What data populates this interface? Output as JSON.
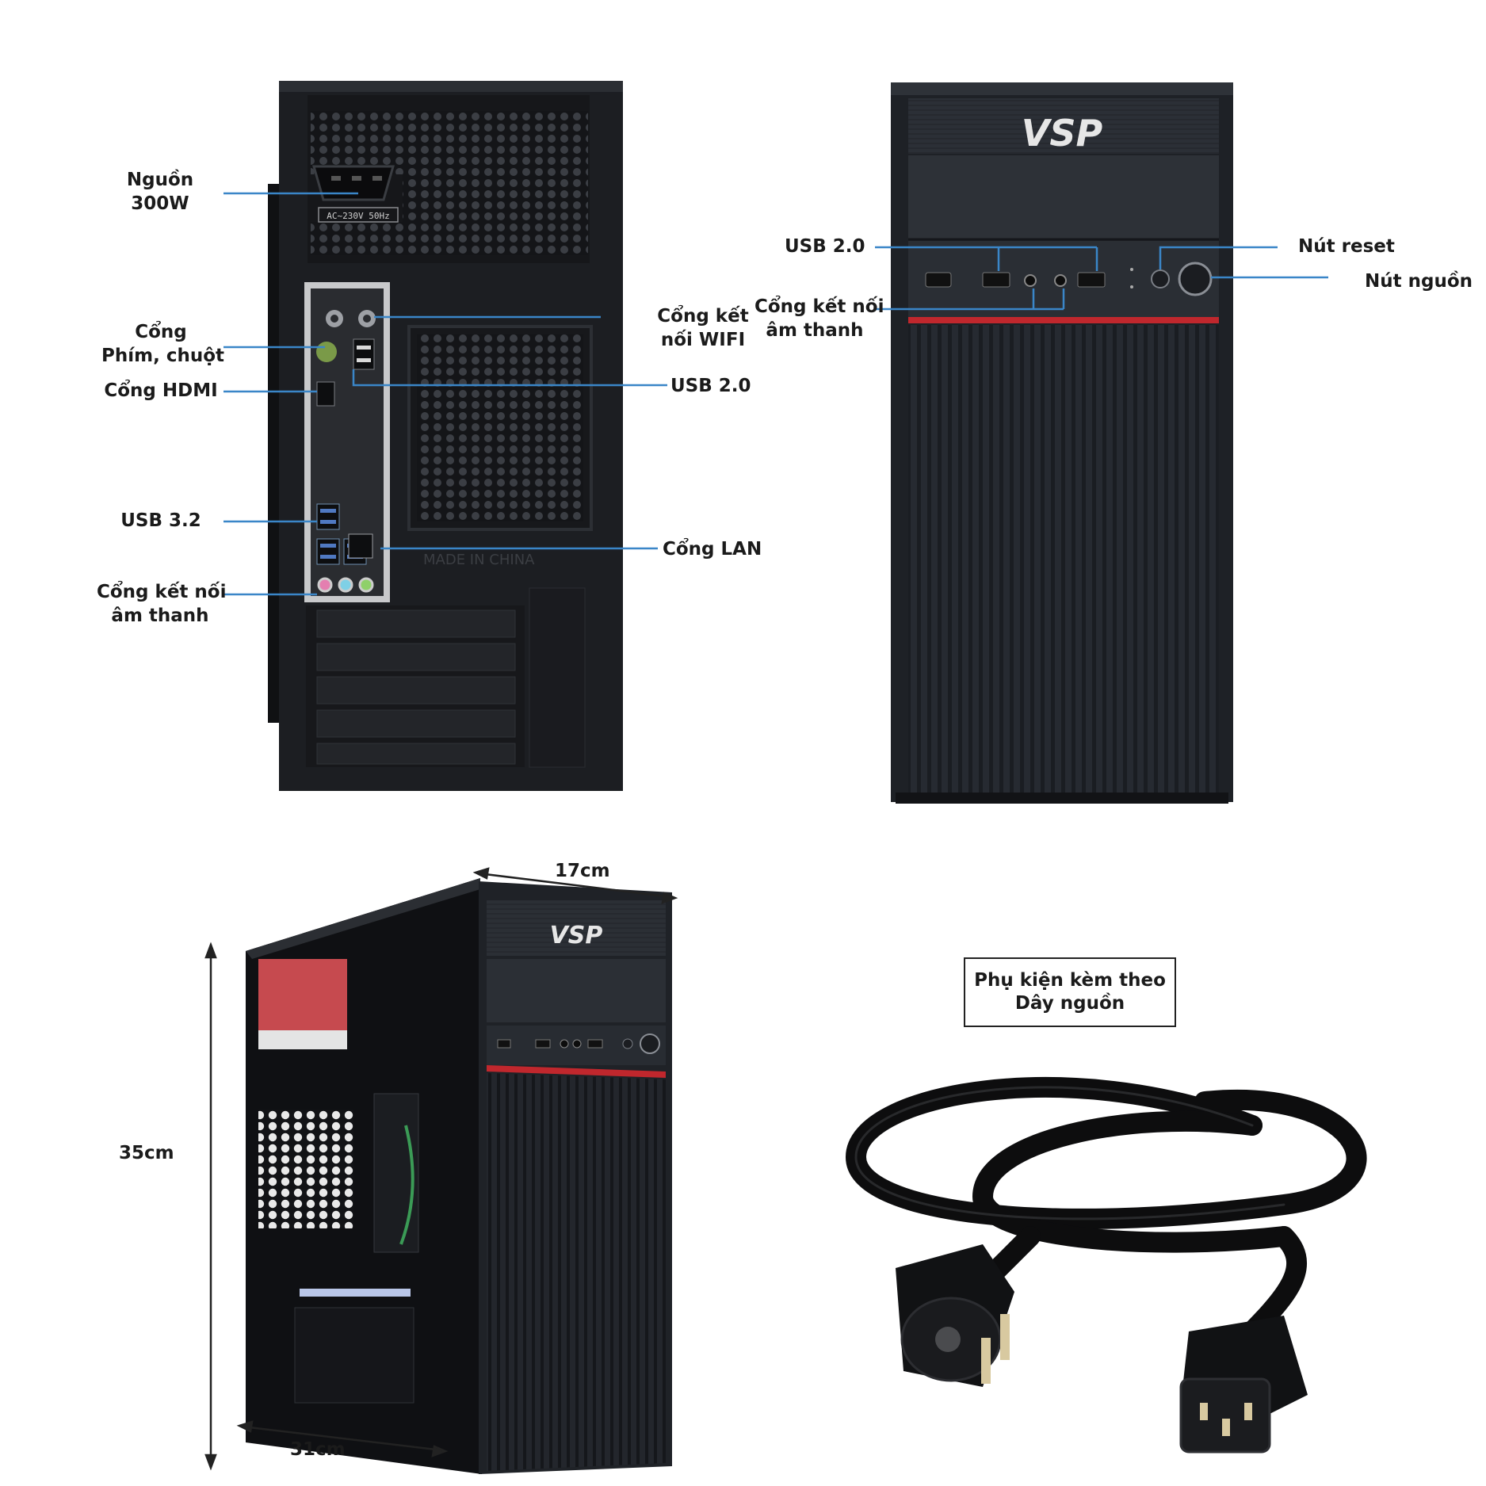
{
  "colors": {
    "leader_line": "#3a86c8",
    "case_black": "#1c1e22",
    "case_front": "#23272d",
    "accent_red": "#c0272d",
    "background": "#ffffff"
  },
  "brand": {
    "logo_text": "VSP"
  },
  "rear_panel": {
    "psu_rating_text": "AC~230V 50Hz",
    "made_in_text": "MADE IN CHINA",
    "labels": {
      "power_supply_line1": "Nguồn",
      "power_supply_line2": "300W",
      "ps2_port_line1": "Cổng",
      "ps2_port_line2": "Phím, chuột",
      "hdmi_port": "Cổng HDMI",
      "usb32": "USB 3.2",
      "rear_audio_line1": "Cổng kết nối",
      "rear_audio_line2": "âm thanh",
      "wifi_line1": "Cổng kết",
      "wifi_line2": "nối WIFI",
      "rear_usb20": "USB 2.0",
      "lan_port": "Cổng LAN"
    }
  },
  "front_panel": {
    "labels": {
      "front_usb20": "USB 2.0",
      "front_audio_line1": "Cổng kết nối",
      "front_audio_line2": "âm thanh",
      "reset_button": "Nút reset",
      "power_button": "Nút nguồn"
    }
  },
  "dimensions": {
    "width": "17cm",
    "height": "35cm",
    "depth": "31cm"
  },
  "accessory": {
    "title_line1": "Phụ kiện kèm theo",
    "title_line2": "Dây nguồn"
  }
}
